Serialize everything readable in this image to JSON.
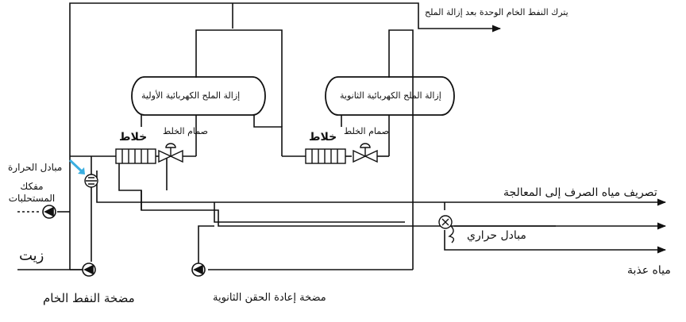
{
  "labels": {
    "crude_out": "يترك النفط الخام الوحدة بعد إزالة الملح",
    "primary_desalter": "إزالة الملح الكهربائية الأولية",
    "secondary_desalter": "إزالة الملح الكهربائية الثانوية",
    "mixer_1": "خلاط",
    "mixer_2": "خلاط",
    "mix_valve_1": "صمام الخلط",
    "mix_valve_2": "صمام الخلط",
    "heat_exchanger_left": "مبادل الحرارة",
    "demulsifier": "مفكك المستحلبات",
    "oil": "زيت",
    "crude_pump": "مضخة النفط الخام",
    "reinjection_pump": "مضخة إعادة الحقن الثانوية",
    "wastewater": "تصريف مياه الصرف إلى المعالجة",
    "heat_exchanger_right": "مبادل حراري",
    "fresh_water": "مياه عذبة"
  },
  "colors": {
    "line": "#111111",
    "arrow_accent": "#3aaee0"
  }
}
